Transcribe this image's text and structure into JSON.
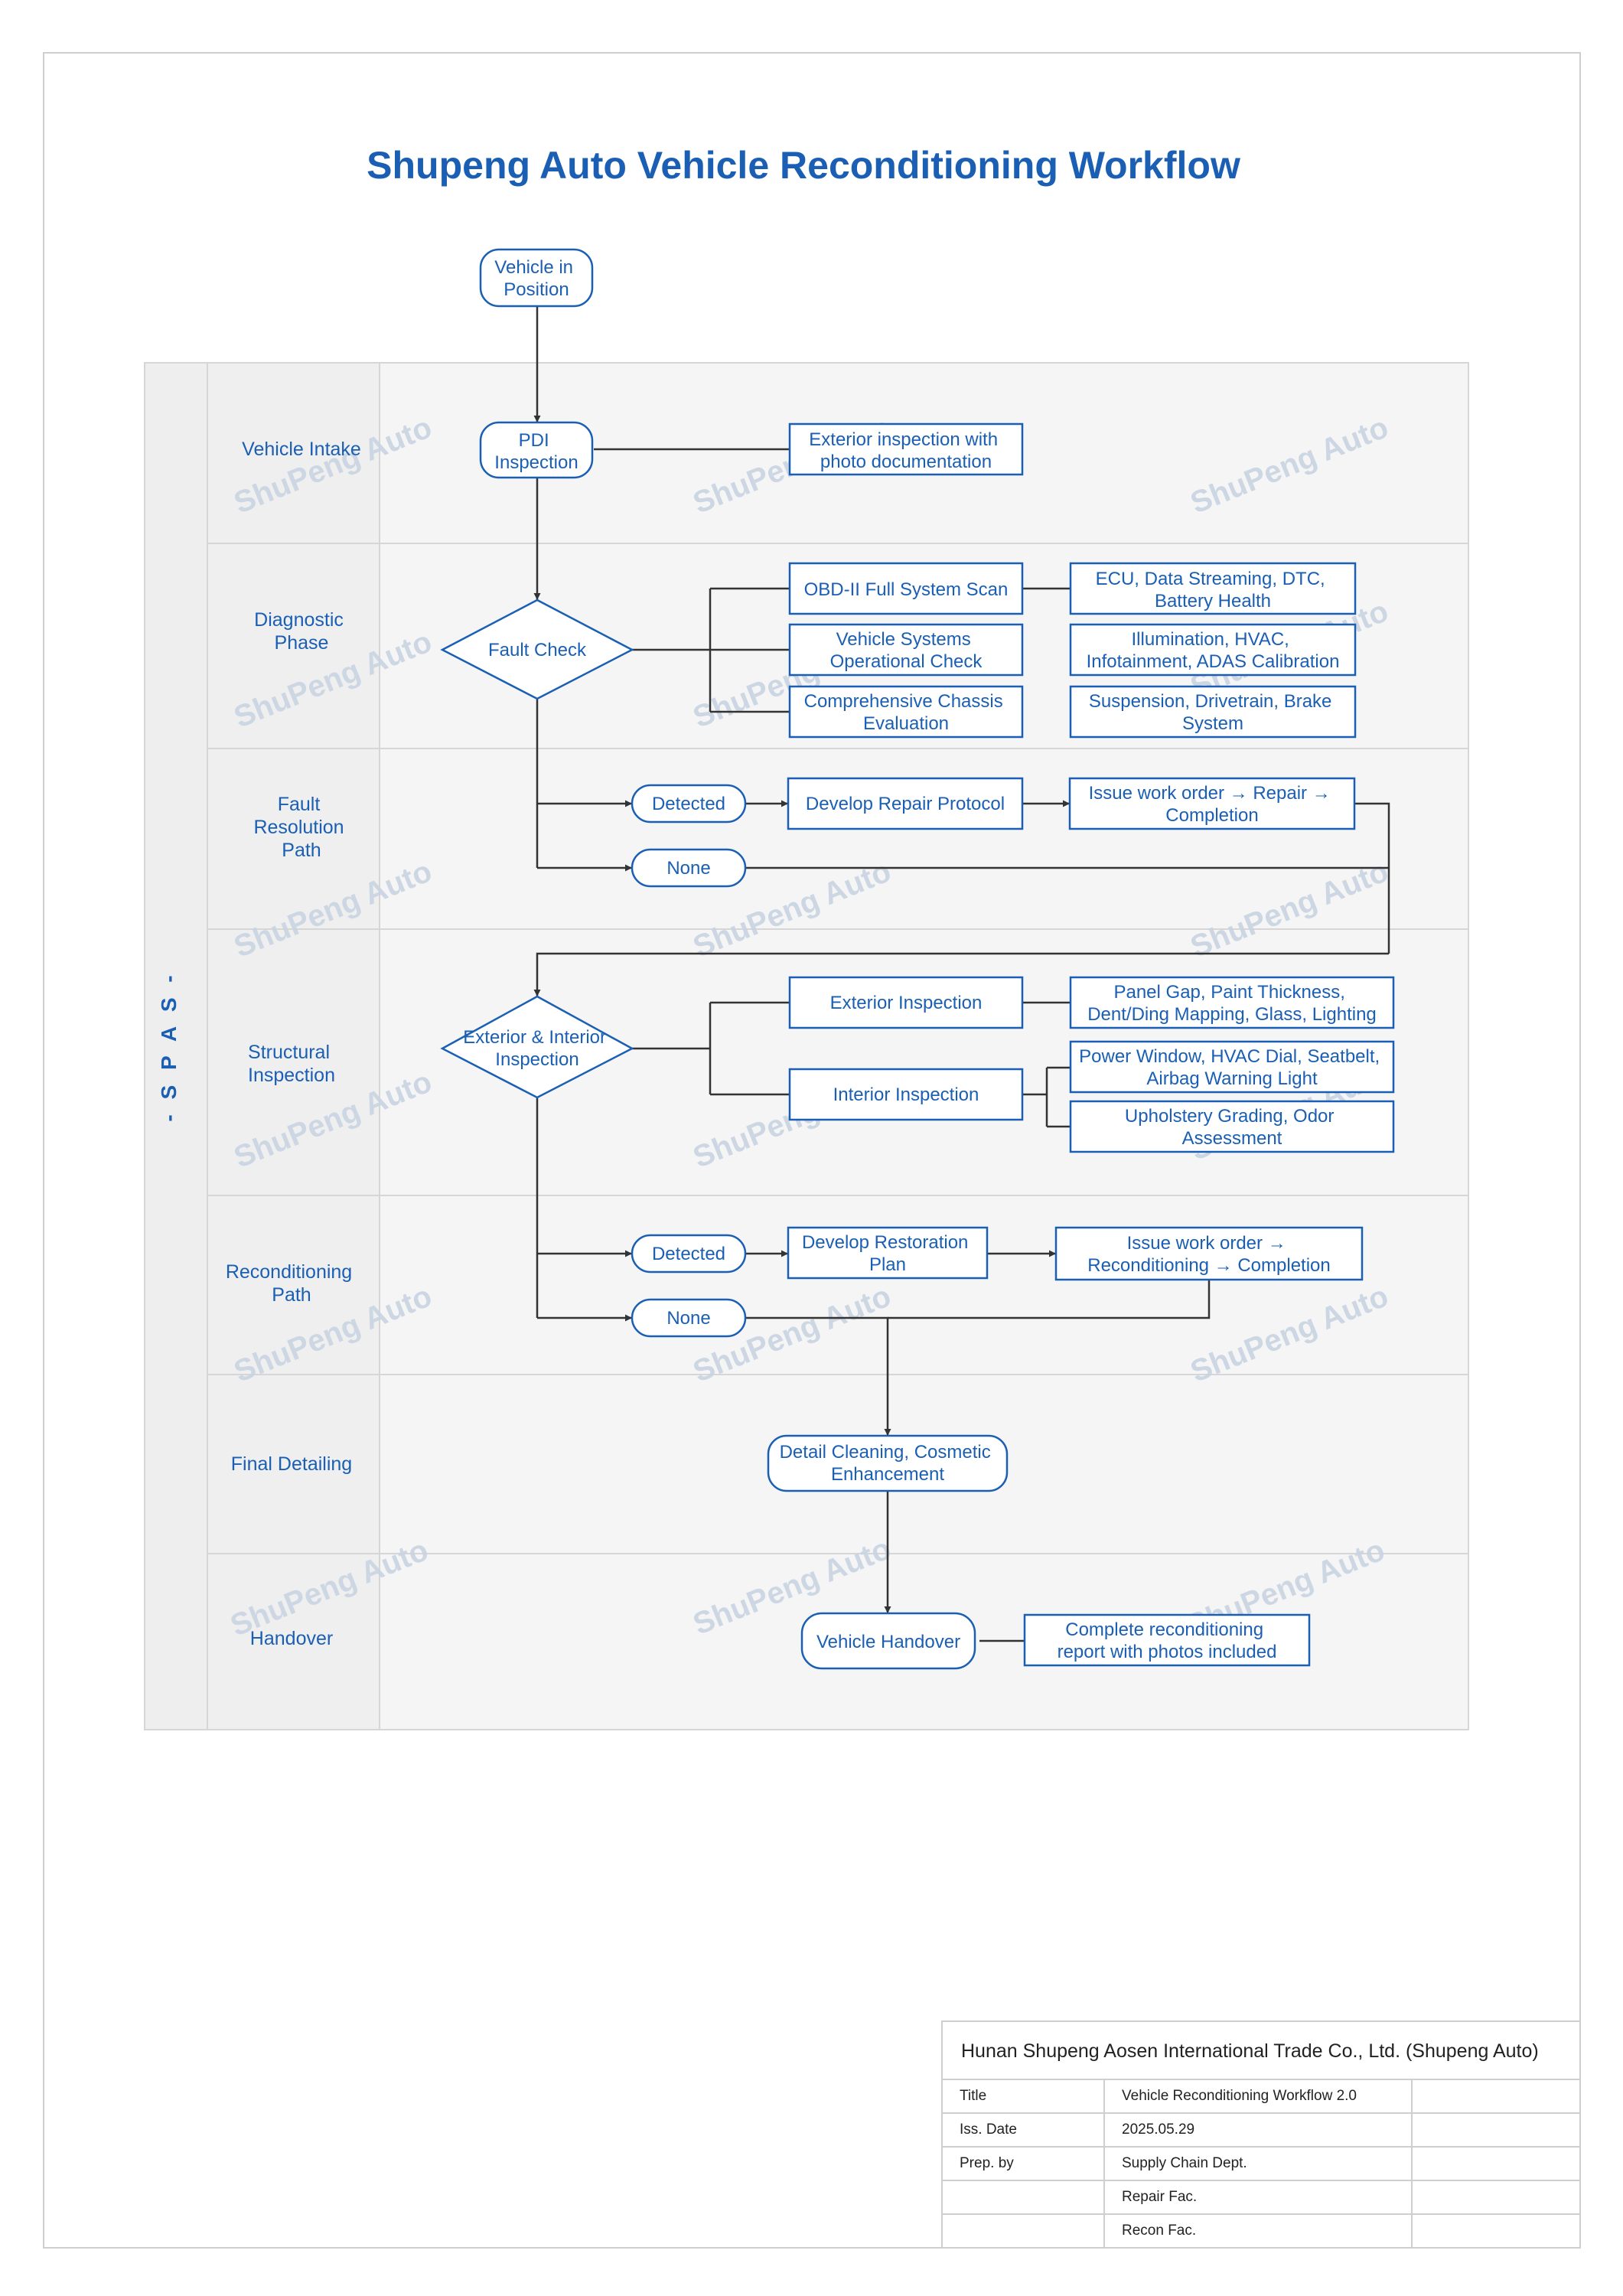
{
  "title": "Shupeng Auto Vehicle Reconditioning Workflow",
  "side_label": "- S P A S -",
  "watermark": {
    "text": "ShuPeng Auto"
  },
  "lanes": {
    "intake": "Vehicle Intake",
    "diagnostic": [
      "Diagnostic",
      "Phase"
    ],
    "fault": [
      "Fault",
      "Resolution",
      "Path"
    ],
    "structural": [
      "Structural",
      "Inspection"
    ],
    "recon": [
      "Reconditioning",
      "Path"
    ],
    "final": "Final Detailing",
    "handover": "Handover"
  },
  "nodes": {
    "start": [
      "Vehicle in",
      "Position"
    ],
    "pdi": [
      "PDI",
      "Inspection"
    ],
    "pdi_note": [
      "Exterior inspection with",
      "photo documentation"
    ],
    "fault_check": "Fault Check",
    "obd": "OBD-II Full System Scan",
    "obd_note": [
      "ECU, Data Streaming, DTC,",
      "Battery Health"
    ],
    "vehicle_systems": [
      "Vehicle Systems",
      "Operational Check"
    ],
    "vehicle_systems_note": [
      "Illumination, HVAC,",
      "Infotainment, ADAS Calibration"
    ],
    "chassis": [
      "Comprehensive Chassis",
      "Evaluation"
    ],
    "chassis_note": [
      "Suspension, Drivetrain, Brake",
      "System"
    ],
    "fault_detected": "Detected",
    "repair_protocol": "Develop Repair Protocol",
    "repair_order": [
      "Issue work order → Repair →",
      "Completion"
    ],
    "fault_none": "None",
    "ext_int": [
      "Exterior & Interior",
      "Inspection"
    ],
    "exterior": "Exterior Inspection",
    "exterior_note": [
      "Panel Gap, Paint Thickness,",
      "Dent/Ding Mapping, Glass, Lighting"
    ],
    "interior": "Interior Inspection",
    "interior_note1": [
      "Power Window, HVAC Dial, Seatbelt,",
      "Airbag Warning Light"
    ],
    "interior_note2": [
      "Upholstery Grading, Odor",
      "Assessment"
    ],
    "recon_detected": "Detected",
    "restoration": [
      "Develop Restoration",
      "Plan"
    ],
    "recon_order": [
      "Issue work order →",
      "Reconditioning → Completion"
    ],
    "recon_none": "None",
    "detail": [
      "Detail Cleaning, Cosmetic",
      "Enhancement"
    ],
    "handover": "Vehicle Handover",
    "handover_note": [
      "Complete reconditioning",
      "report with photos included"
    ]
  },
  "title_block": {
    "company": "Hunan Shupeng Aosen International Trade Co., Ltd. (Shupeng Auto)",
    "rows": [
      {
        "label": "Title",
        "value": "Vehicle Reconditioning Workflow 2.0"
      },
      {
        "label": "Iss. Date",
        "value": "2025.05.29"
      },
      {
        "label": "Prep. by",
        "value": "Supply Chain Dept."
      },
      {
        "label": "",
        "value": "Repair Fac."
      },
      {
        "label": "",
        "value": "Recon Fac."
      }
    ]
  },
  "colors": {
    "accent": "#1a5fb4",
    "lane_bg": "#f5f5f5",
    "border": "#d6d6d6",
    "edge": "#333333"
  }
}
